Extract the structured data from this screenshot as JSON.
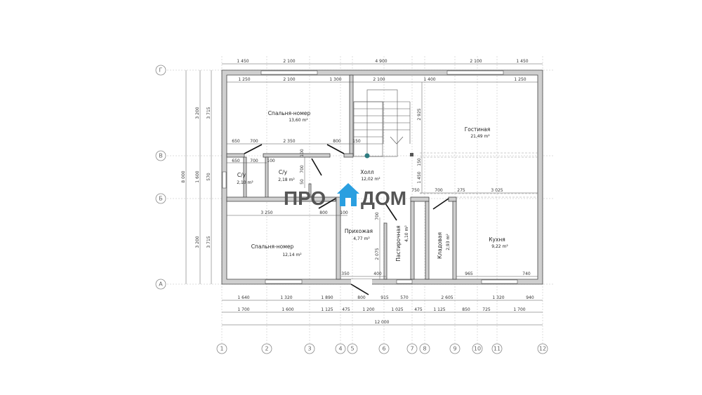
{
  "axes": {
    "columns": [
      "1",
      "2",
      "3",
      "4",
      "5",
      "6",
      "7",
      "8",
      "9",
      "10",
      "11",
      "12"
    ],
    "rows": [
      "Г",
      "В",
      "Б",
      "А"
    ]
  },
  "dims": {
    "top1": [
      "1 450",
      "2 100",
      "4 900",
      "2 100",
      "1 450"
    ],
    "top2": [
      "1 250",
      "2 100",
      "1 300",
      "2 100",
      "1 400",
      "1 250"
    ],
    "r201": [
      "650",
      "700",
      "2 350",
      "800",
      "150"
    ],
    "r229": [
      "650",
      "700",
      "100"
    ],
    "vert_mid": [
      "100",
      "700",
      "50",
      "2 925",
      "150",
      "1 450",
      "700",
      "2 075"
    ],
    "r271": [
      "750",
      "700",
      "275",
      "3 025"
    ],
    "r303": [
      "3 250",
      "800",
      "100"
    ],
    "r390": [
      "350",
      "400",
      "965",
      "740"
    ],
    "bottom1": [
      "1 640",
      "1 320",
      "1 890",
      "800",
      "915",
      "570",
      "2 605",
      "1 320",
      "940"
    ],
    "bottom2": [
      "1 700",
      "1 600",
      "1 125",
      "475",
      "1 200",
      "1 025",
      "475",
      "1 125",
      "850",
      "725",
      "1 700"
    ],
    "total_width": "12 000",
    "left": [
      "8 000",
      "3 200",
      "1 600",
      "3 200",
      "3 715",
      "570",
      "3 715"
    ]
  },
  "rooms": [
    {
      "name": "Спальня-номер",
      "area": "13,60 m²"
    },
    {
      "name": "Гостиная",
      "area": "21,49 m²"
    },
    {
      "name": "С/у",
      "area": "2,10 m²"
    },
    {
      "name": "С/у",
      "area": "2,18 m²"
    },
    {
      "name": "Холл",
      "area": "12,02 m²"
    },
    {
      "name": "Прихожая",
      "area": "4,77 m²"
    },
    {
      "name": "Пастирочная",
      "area": "4,10 m²"
    },
    {
      "name": "Кладовая",
      "area": "2,93 m²"
    },
    {
      "name": "Кухня",
      "area": "9,22 m²"
    },
    {
      "name": "Спальня-номер",
      "area": "12,14 m²"
    }
  ],
  "logo": {
    "left": "ПРО",
    "right": "ДОМ",
    "color": "#2a9fe0"
  }
}
